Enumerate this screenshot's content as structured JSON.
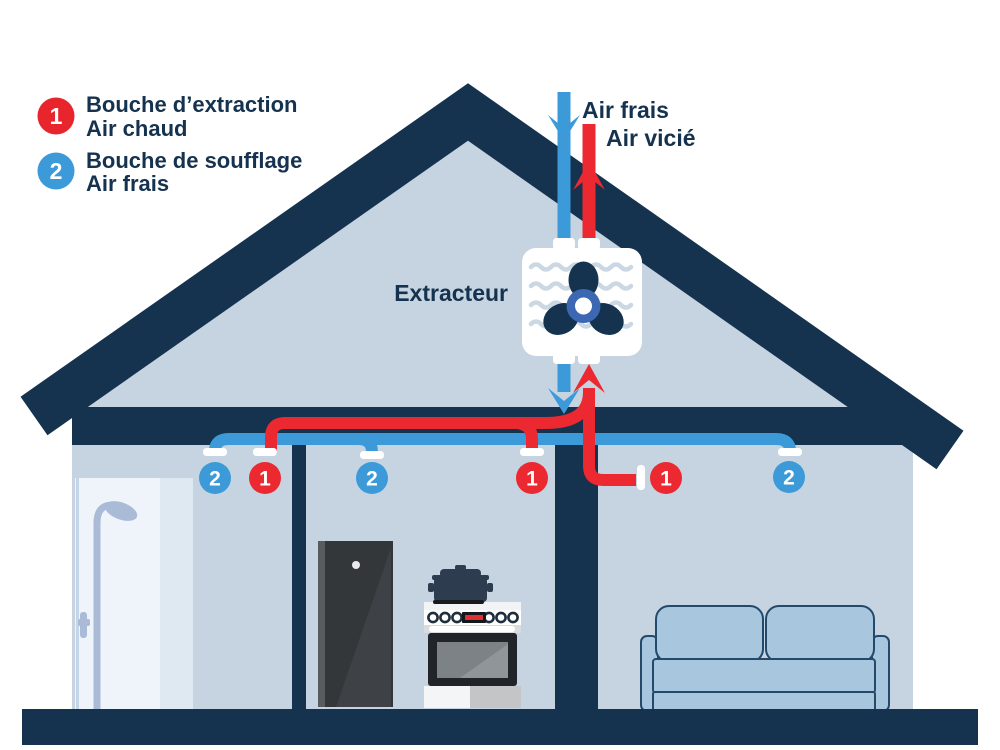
{
  "legend": {
    "items": [
      {
        "number": "1",
        "line1": "Bouche d’extraction",
        "line2": "Air chaud",
        "color": "#e8252d"
      },
      {
        "number": "2",
        "line1": "Bouche de soufflage",
        "line2": "Air frais",
        "color": "#3d9ad8"
      }
    ]
  },
  "airflow": {
    "fresh_label": "Air frais",
    "stale_label": "Air vicié"
  },
  "extractor": {
    "label": "Extracteur"
  },
  "vents": [
    {
      "number": "2",
      "type": "soufflage"
    },
    {
      "number": "1",
      "type": "extraction"
    },
    {
      "number": "2",
      "type": "soufflage"
    },
    {
      "number": "1",
      "type": "extraction"
    },
    {
      "number": "1",
      "type": "extraction"
    },
    {
      "number": "2",
      "type": "soufflage"
    }
  ],
  "colors": {
    "navy": "#15324f",
    "interior": "#c5d4e0",
    "duct_blue": "#3d9ad8",
    "duct_red": "#ec2830",
    "fan_ring": "#3c67b2",
    "legend_red": "#e8252d",
    "legend_blue": "#3d9ad8"
  }
}
